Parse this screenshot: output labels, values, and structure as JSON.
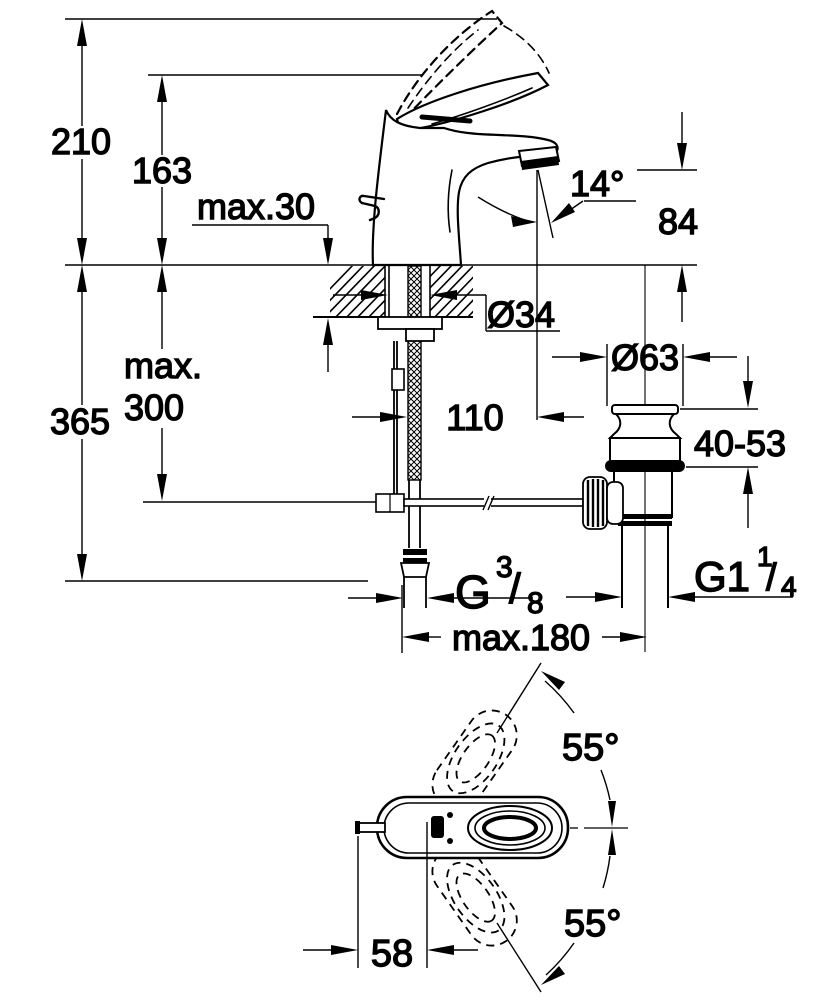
{
  "drawing": {
    "dims": {
      "overall_height": "210",
      "spout_height": "163",
      "deck_thickness": "max.30",
      "spray_angle": "14°",
      "aerator_height": "84",
      "hole_diameter": "Ø34",
      "depth_label_1": "max.",
      "depth_label_2": "300",
      "total_depth": "365",
      "spout_projection": "110",
      "waste_diameter": "Ø63",
      "clamping_range": "40-53",
      "max_width": "max.180",
      "swivel_upper": "55°",
      "swivel_lower": "55°",
      "rod_offset": "58"
    },
    "threads": {
      "supply": {
        "base": "G",
        "sup": "3",
        "slash": "/",
        "sub": "8"
      },
      "waste": {
        "base": "G1",
        "sup": "1",
        "slash": "/",
        "sub": "4"
      }
    },
    "colors": {
      "line": "#000000",
      "background": "#ffffff"
    }
  }
}
